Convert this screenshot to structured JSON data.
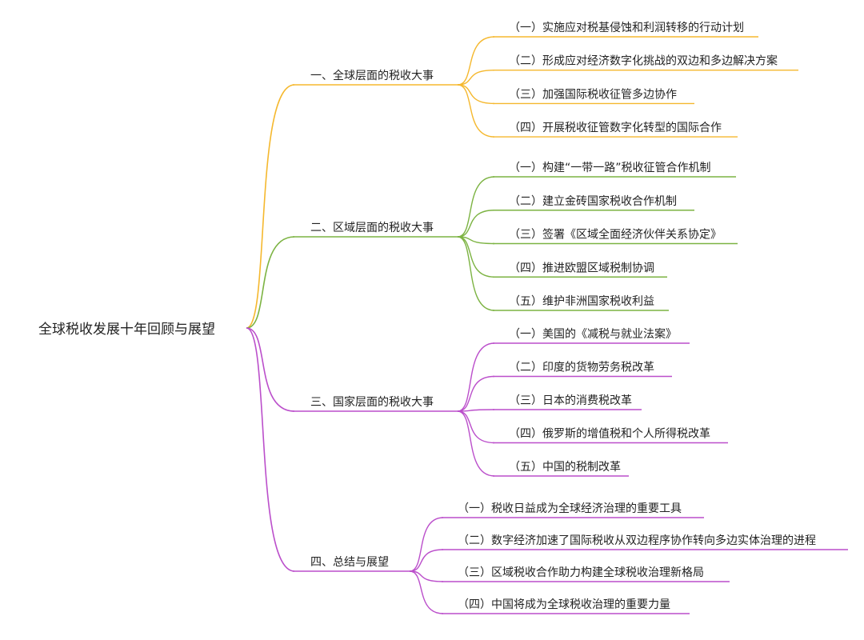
{
  "root": {
    "label": "全球税收发展十年回顾与展望"
  },
  "branches": [
    {
      "label": "一、全球层面的税收大事",
      "color": "#F5B82E",
      "children": [
        "（一）实施应对税基侵蚀和利润转移的行动计划",
        "（二）形成应对经济数字化挑战的双边和多边解决方案",
        "（三）加强国际税收征管多边协作",
        "（四）开展税收征管数字化转型的国际合作"
      ]
    },
    {
      "label": "二、区域层面的税收大事",
      "color": "#7CB342",
      "children": [
        "（一）构建“一带一路”税收征管合作机制",
        "（二）建立金砖国家税收合作机制",
        "（三）签署《区域全面经济伙伴关系协定》",
        "（四）推进欧盟区域税制协调",
        "（五）维护非洲国家税收利益"
      ]
    },
    {
      "label": "三、国家层面的税收大事",
      "color": "#BB4FCB",
      "children": [
        "（一）美国的《减税与就业法案》",
        "（二）印度的货物劳务税改革",
        "（三）日本的消费税改革",
        "（四）俄罗斯的增值税和个人所得税改革",
        "（五）中国的税制改革"
      ]
    },
    {
      "label": "四、总结与展望",
      "color": "#BB4FCB",
      "children": [
        "（一）税收日益成为全球经济治理的重要工具",
        "（二）数字经济加速了国际税收从双边程序协作转向多边实体治理的进程",
        "（三）区域税收合作助力构建全球税收治理新格局",
        "（四）中国将成为全球税收治理的重要力量"
      ]
    }
  ]
}
